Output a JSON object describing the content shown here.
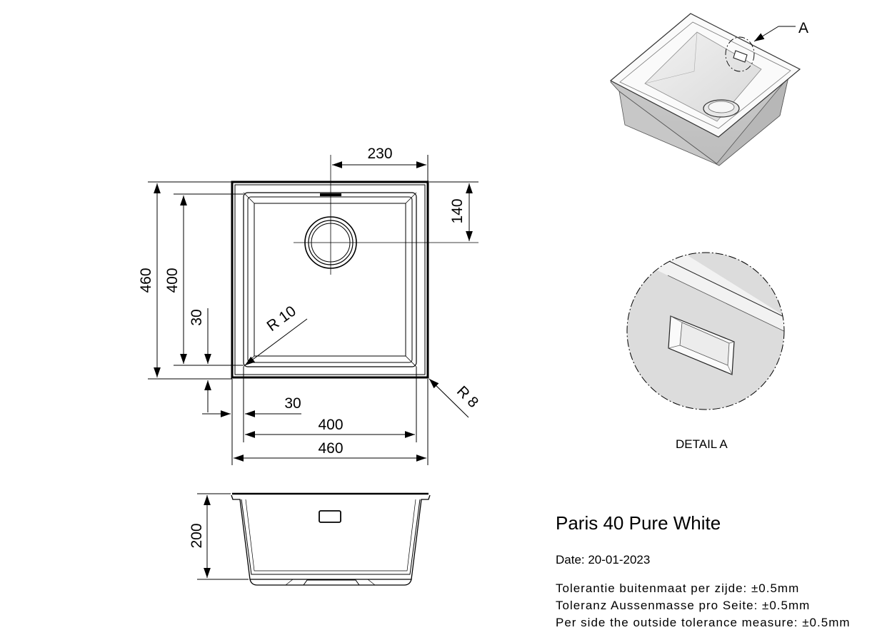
{
  "product": {
    "title": "Paris 40 Pure White",
    "date": "Date: 20-01-2023"
  },
  "tolerances": [
    "Tolerantie buitenmaat per zijde: ±0.5mm",
    "Toleranz Aussenmasse pro Seite: ±0.5mm",
    "Per side the outside tolerance measure: ±0.5mm"
  ],
  "dimensions": {
    "drain_offset_x": "230",
    "drain_offset_y": "140",
    "outer_height": "460",
    "inner_height": "400",
    "rim_bottom": "30",
    "inner_radius": "R 10",
    "outer_radius": "R 8",
    "rim_left": "30",
    "inner_width": "400",
    "outer_width": "460",
    "depth": "200"
  },
  "detail": {
    "callout": "A",
    "label": "DETAIL A"
  }
}
